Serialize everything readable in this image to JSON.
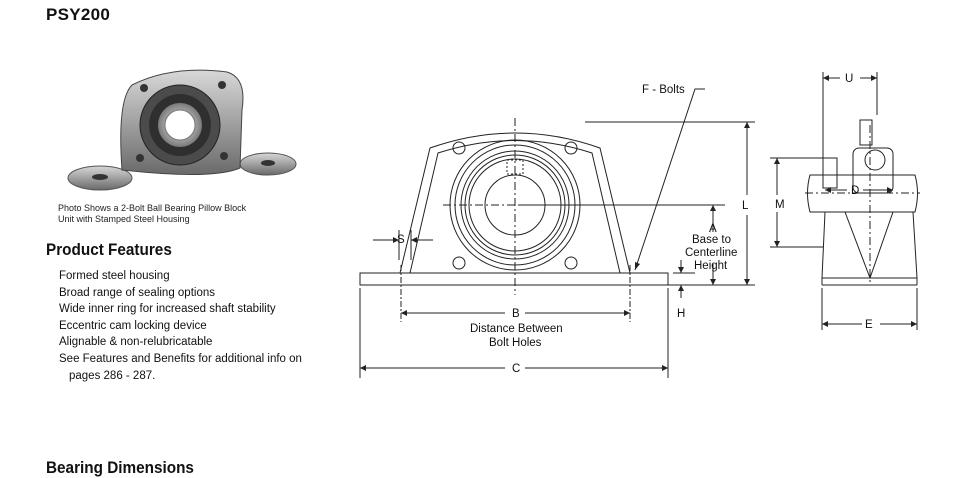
{
  "title": "PSY200",
  "photo_caption": [
    "Photo Shows a 2-Bolt Ball Bearing Pillow Block",
    "Unit with Stamped Steel Housing"
  ],
  "features_heading": "Product Features",
  "features": [
    "Formed steel housing",
    "Broad range of sealing options",
    "Wide inner ring for increased shaft stability",
    "Eccentric cam locking device",
    "Alignable & non-relubricatable",
    "See Features and Benefits for additional info on",
    "pages 286 - 287."
  ],
  "dimensions_heading": "Bearing Dimensions",
  "labels": {
    "f_bolts": "F - Bolts",
    "s": "S",
    "a": "A",
    "a_desc": [
      "Base to",
      "Centerline",
      "Height"
    ],
    "l": "L",
    "b": "B",
    "b_desc": [
      "Distance Between",
      "Bolt Holes"
    ],
    "h": "H",
    "c": "C",
    "u": "U",
    "m": "M",
    "d": "D",
    "e": "E"
  }
}
